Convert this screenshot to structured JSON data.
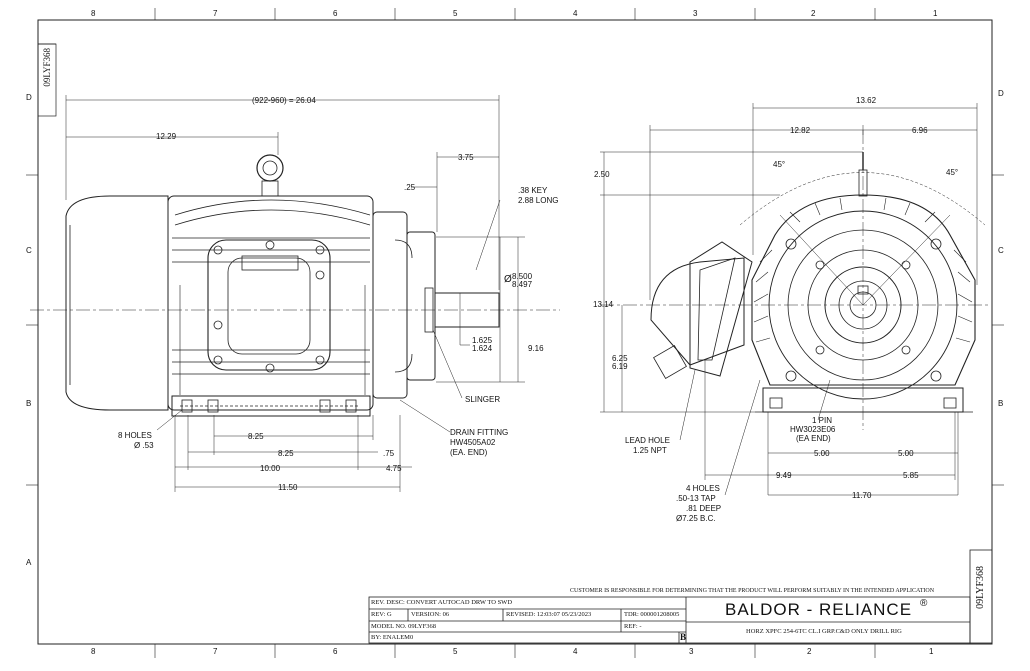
{
  "zones": {
    "columns": [
      "8",
      "7",
      "6",
      "5",
      "4",
      "3",
      "2",
      "1"
    ],
    "rows": [
      "D",
      "C",
      "B",
      "A"
    ]
  },
  "drawing_number": "09LYF368",
  "side_view": {
    "overall_length": "(922-960) = 26.04",
    "dim_12_29": "12.29",
    "dim_3_75": "3.75",
    "dim_25": ".25",
    "key_label": ".38 KEY",
    "key_length": "2.88 LONG",
    "shaft_dia_top": "8.500",
    "shaft_dia_bottom": "8.497",
    "shaft_dia_symbol": "Ø",
    "shaft_top": "1.625",
    "shaft_bottom": "1.624",
    "dim_9_16": "9.16",
    "slinger": "SLINGER",
    "b_holes": "8 HOLES",
    "b_holes_dia": "Ø .53",
    "dim_8_25_a": "8.25",
    "dim_8_25_b": "8.25",
    "dim_75": ".75",
    "dim_10_00": "10.00",
    "dim_4_75": "4.75",
    "dim_11_50": "11.50",
    "drain_fitting": "DRAIN FITTING",
    "drain_part": "HW4505A02",
    "drain_note": "(EA. END)"
  },
  "end_view": {
    "dim_13_62": "13.62",
    "dim_12_82": "12.82",
    "dim_6_96": "6.96",
    "angle_left": "45°",
    "angle_right": "45°",
    "dim_2_50": "2.50",
    "dim_13_14": "13.14",
    "dim_6_25": "6.25",
    "dim_6_19": "6.19",
    "lead_hole": "LEAD HOLE",
    "lead_hole_size": "1.25 NPT",
    "pin": "1 PIN",
    "pin_part": "HW3023E06",
    "pin_note": "(EA END)",
    "dim_5_00_a": "5.00",
    "dim_5_00_b": "5.00",
    "dim_9_49": "9.49",
    "dim_5_85": "5.85",
    "dim_11_70": "11.70",
    "holes_1": "4 HOLES",
    "holes_2": ".50-13 TAP",
    "holes_3": ".81 DEEP",
    "holes_4": "Ø7.25 B.C."
  },
  "title_block": {
    "disclaimer": "CUSTOMER IS RESPONSIBLE FOR DETERMINING THAT THE PRODUCT WILL PERFORM SUITABLY IN THE INTENDED APPLICATION",
    "rev_desc": "REV. DESC: CONVERT AUTOCAD DRW TO SWD",
    "rev": "REV:  G",
    "version": "VERSION:  06",
    "revised": "REVISED:  12:03:07 05/23/2023",
    "tdr": "TDR: 000001208005",
    "model_no": "MODEL NO.  09LYF368",
    "ref": "REF:  -",
    "by": "BY: ENALEM0",
    "size": "B",
    "brand": "BALDOR - RELIANCE",
    "brand_mark": "®",
    "description": "HORZ XPFC 254-6TC CL.I GRP.C&D ONLY DRILL RIG"
  }
}
